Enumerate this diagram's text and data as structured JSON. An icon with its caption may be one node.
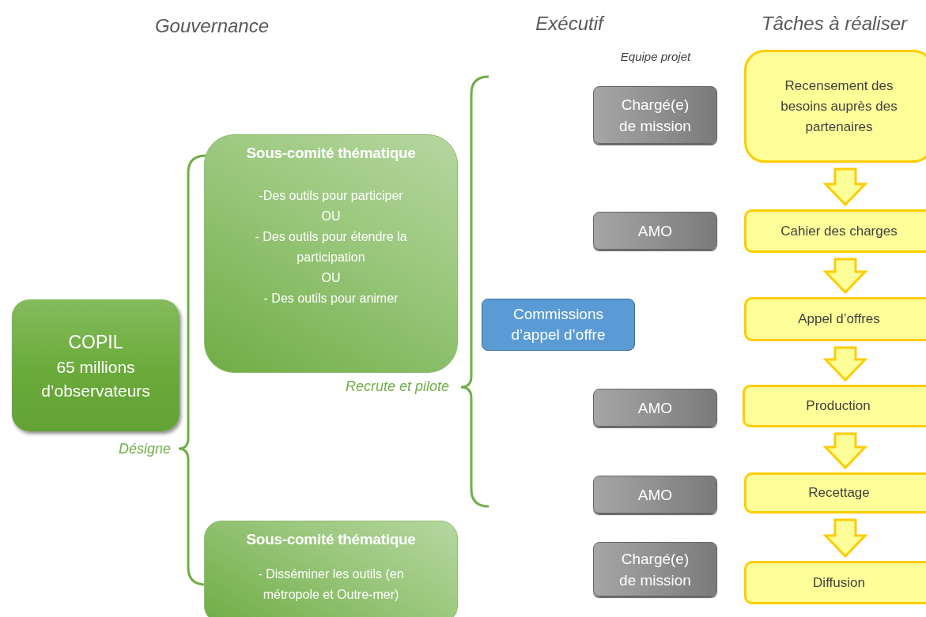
{
  "diagram": {
    "nodes": [
      {
        "text": [
          "COPIL",
          "65 millions d’observateurs"
        ]
      },
      {
        "text": [
          "Sous-comité thématique",
          "-Des outils pour participer",
          "OU",
          "- Des outils pour étendre la participation",
          "OU",
          "- Des outils pour animer"
        ]
      },
      {
        "text": [
          "Sous-comité thématique",
          "- Disséminer les outils (en métropole et Outre-mer)"
        ]
      },
      {
        "text": [
          "Commissions d’appel d’offre"
        ]
      },
      {
        "text": [
          "Chargé(e) de mission"
        ]
      },
      {
        "text": [
          "AMO"
        ]
      },
      {
        "text": [
          "AMO"
        ]
      },
      {
        "text": [
          "AMO"
        ]
      },
      {
        "text": [
          "Chargé(e) de mission"
        ]
      },
      {
        "text": [
          "Recensement des besoins auprès des partenaires"
        ]
      },
      {
        "text": [
          "Cahier des charges"
        ]
      },
      {
        "text": [
          "Appel d’offres"
        ]
      },
      {
        "text": [
          "Production"
        ]
      },
      {
        "text": [
          "Recettage"
        ]
      },
      {
        "text": [
          "Diffusion"
        ]
      }
    ],
    "edges": [
      {
        "from": 9,
        "to": 10,
        "arrow": "to",
        "style": "thick"
      },
      {
        "from": 10,
        "to": 11,
        "arrow": "to",
        "style": "thick"
      },
      {
        "from": 11,
        "to": 12,
        "arrow": "to",
        "style": "thick"
      },
      {
        "from": 12,
        "to": 13,
        "arrow": "to",
        "style": "thick"
      },
      {
        "from": 13,
        "to": 14,
        "arrow": "to",
        "style": "thick"
      }
    ],
    "labels": [
      "Gouvernance",
      "Exécutif",
      "Tâches à réaliser",
      "Equipe projet",
      "Désigne",
      "Recrute et pilote"
    ]
  }
}
